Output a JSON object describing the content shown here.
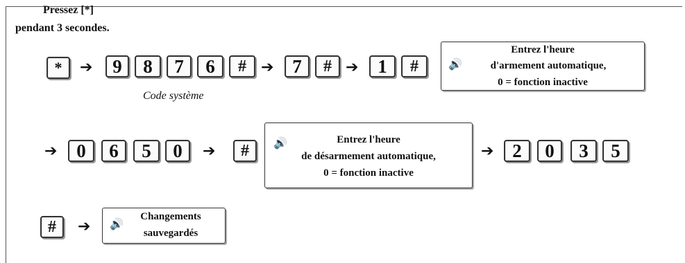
{
  "intro": {
    "line1": "Pressez [*]",
    "line2": "pendant 3 secondes."
  },
  "row1": {
    "key_star": "*",
    "code_keys": [
      "9",
      "8",
      "7",
      "6",
      "#"
    ],
    "key_7": "7",
    "key_hash_a": "#",
    "key_1": "1",
    "key_hash_b": "#",
    "code_caption": "Code système",
    "msg": [
      "Entrez l'heure",
      "d'armement automatique,",
      "0 = fonction inactive"
    ]
  },
  "row2": {
    "keys_a": [
      "0",
      "6",
      "5",
      "0"
    ],
    "key_hash": "#",
    "msg": [
      "Entrez l'heure",
      "de désarmement automatique,",
      "0 = fonction inactive"
    ],
    "keys_b": [
      "2",
      "0",
      "3",
      "5"
    ]
  },
  "row3": {
    "key_hash": "#",
    "msg": [
      "Changements",
      "sauvegardés"
    ]
  },
  "icons": {
    "arrow": "arrow-right-icon",
    "speaker": "speaker-icon"
  },
  "glyphs": {
    "arrow": "➔",
    "speaker": "🔊"
  }
}
